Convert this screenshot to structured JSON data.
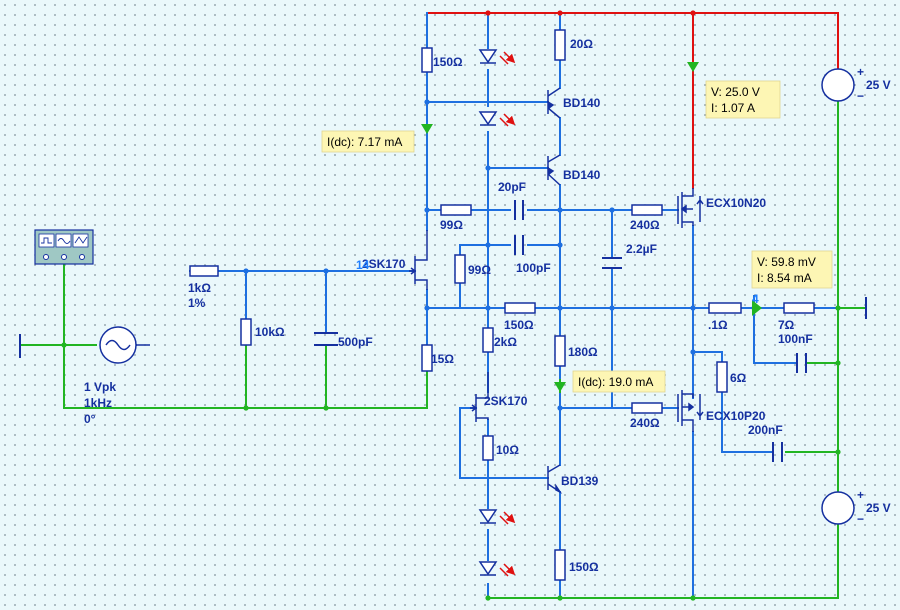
{
  "colors": {
    "background": "#eaf8fb",
    "grid_dot": "#7a8b95",
    "wire_signal": "#1e6fe0",
    "wire_ground": "#22b522",
    "wire_supply": "#e01010",
    "component": "#1530a0",
    "led": "#e01010",
    "probe_fill": "#fdf6b4"
  },
  "resistors": {
    "r_150_top": "150Ω",
    "r_20": "20Ω",
    "r_99_top": "99Ω",
    "r_99_mid": "99Ω",
    "r_240_top": "240Ω",
    "r_240_bottom": "240Ω",
    "r_1k": "1kΩ",
    "r_1k_tol": "1%",
    "r_10k": "10kΩ",
    "r_15": "15Ω",
    "r_150_mid": "150Ω",
    "r_2k": "2kΩ",
    "r_180": "180Ω",
    "r_10": "10Ω",
    "r_150_bottom": "150Ω",
    "r_0_1": ".1Ω",
    "r_7": "7Ω",
    "r_6": "6Ω"
  },
  "capacitors": {
    "c_20p": "20pF",
    "c_100p": "100pF",
    "c_2_2u": "2.2µF",
    "c_500p": "500pF",
    "c_100n": "100nF",
    "c_200n": "200nF"
  },
  "transistors": {
    "q_bd140_top": "BD140",
    "q_bd140_mid": "BD140",
    "q_bd139": "BD139",
    "j_2sk170_top": "2SK170",
    "j_2sk170_bottom": "2SK170",
    "m_n": "ECX10N20",
    "m_p": "ECX10P20"
  },
  "sources": {
    "vin_amp": "1 Vpk",
    "vin_freq": "1kHz",
    "vin_phase": "0°",
    "vcc_top": "25 V",
    "vcc_bottom": "25 V"
  },
  "nodes": {
    "n14": "14",
    "n4": "4"
  },
  "probes": {
    "supply_v": "V: 25.0 V",
    "supply_i": "I: 1.07 A",
    "idc_top": "I(dc): 7.17 mA",
    "idc_bottom": "I(dc): 19.0 mA",
    "out_v": "V: 59.8 mV",
    "out_i": "I: 8.54 mA"
  }
}
